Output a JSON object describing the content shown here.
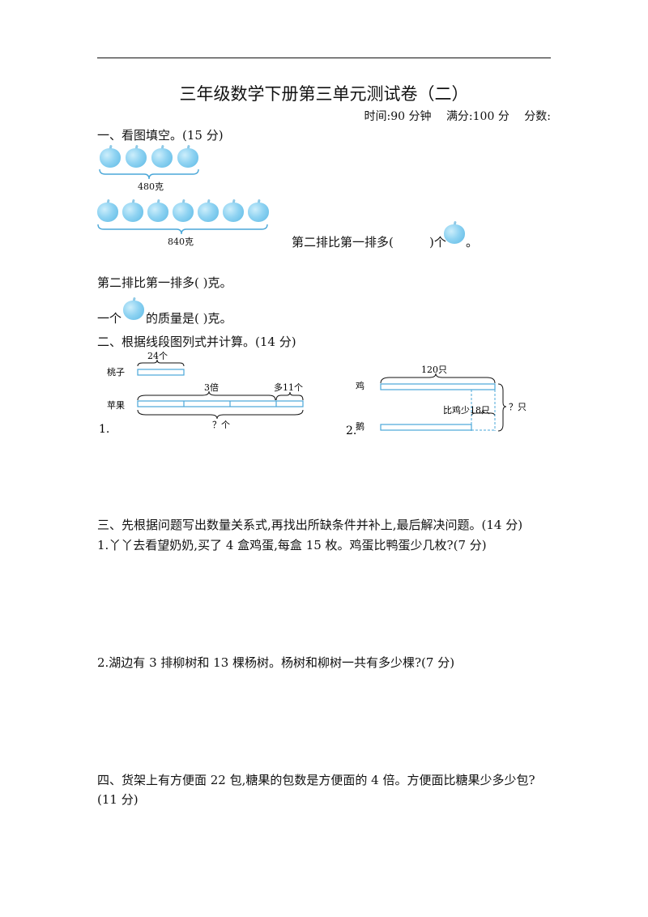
{
  "header": {
    "title": "三年级数学下册第三单元测试卷（二）",
    "time": "时间:90 分钟",
    "full_score": "满分:100 分",
    "score": "分数:"
  },
  "section1": {
    "heading": "一、看图填空。(15 分)",
    "row1_weight": "480克",
    "row2_weight": "840克",
    "q_count_prefix": "第二排比第一排多(",
    "q_count_suffix": ")个",
    "q_count_end": "。",
    "q_grams": "第二排比第一排多(        )克。",
    "q_one_prefix": "一个",
    "q_one_suffix": "的质量是(        )克。"
  },
  "section2": {
    "heading": "二、根据线段图列式并计算。(14 分)",
    "d1": {
      "num": "1.",
      "peach": "桃子",
      "apple": "苹果",
      "top": "24个",
      "times": "3倍",
      "more": "多11个",
      "total": "？个"
    },
    "d2": {
      "num": "2.",
      "chicken": "鸡",
      "duck": "鹅",
      "top": "120只",
      "less": "比鸡少18只",
      "total": "？只"
    }
  },
  "section3": {
    "heading": "三、先根据问题写出数量关系式,再找出所缺条件并补上,最后解决问题。(14 分)",
    "q1": "1.丫丫去看望奶奶,买了 4 盒鸡蛋,每盒 15 枚。鸡蛋比鸭蛋少几枚?(7 分)",
    "q2": "2.湖边有 3 排柳树和 13 棵杨树。杨树和柳树一共有多少棵?(7 分)"
  },
  "section4": {
    "line1": "四、货架上有方便面 22 包,糖果的包数是方便面的 4 倍。方便面比糖果少多少包?",
    "line2": "(11 分)"
  },
  "colors": {
    "apple": "#6cc2ea",
    "brace": "#4aa7d8",
    "ink": "#111111"
  }
}
